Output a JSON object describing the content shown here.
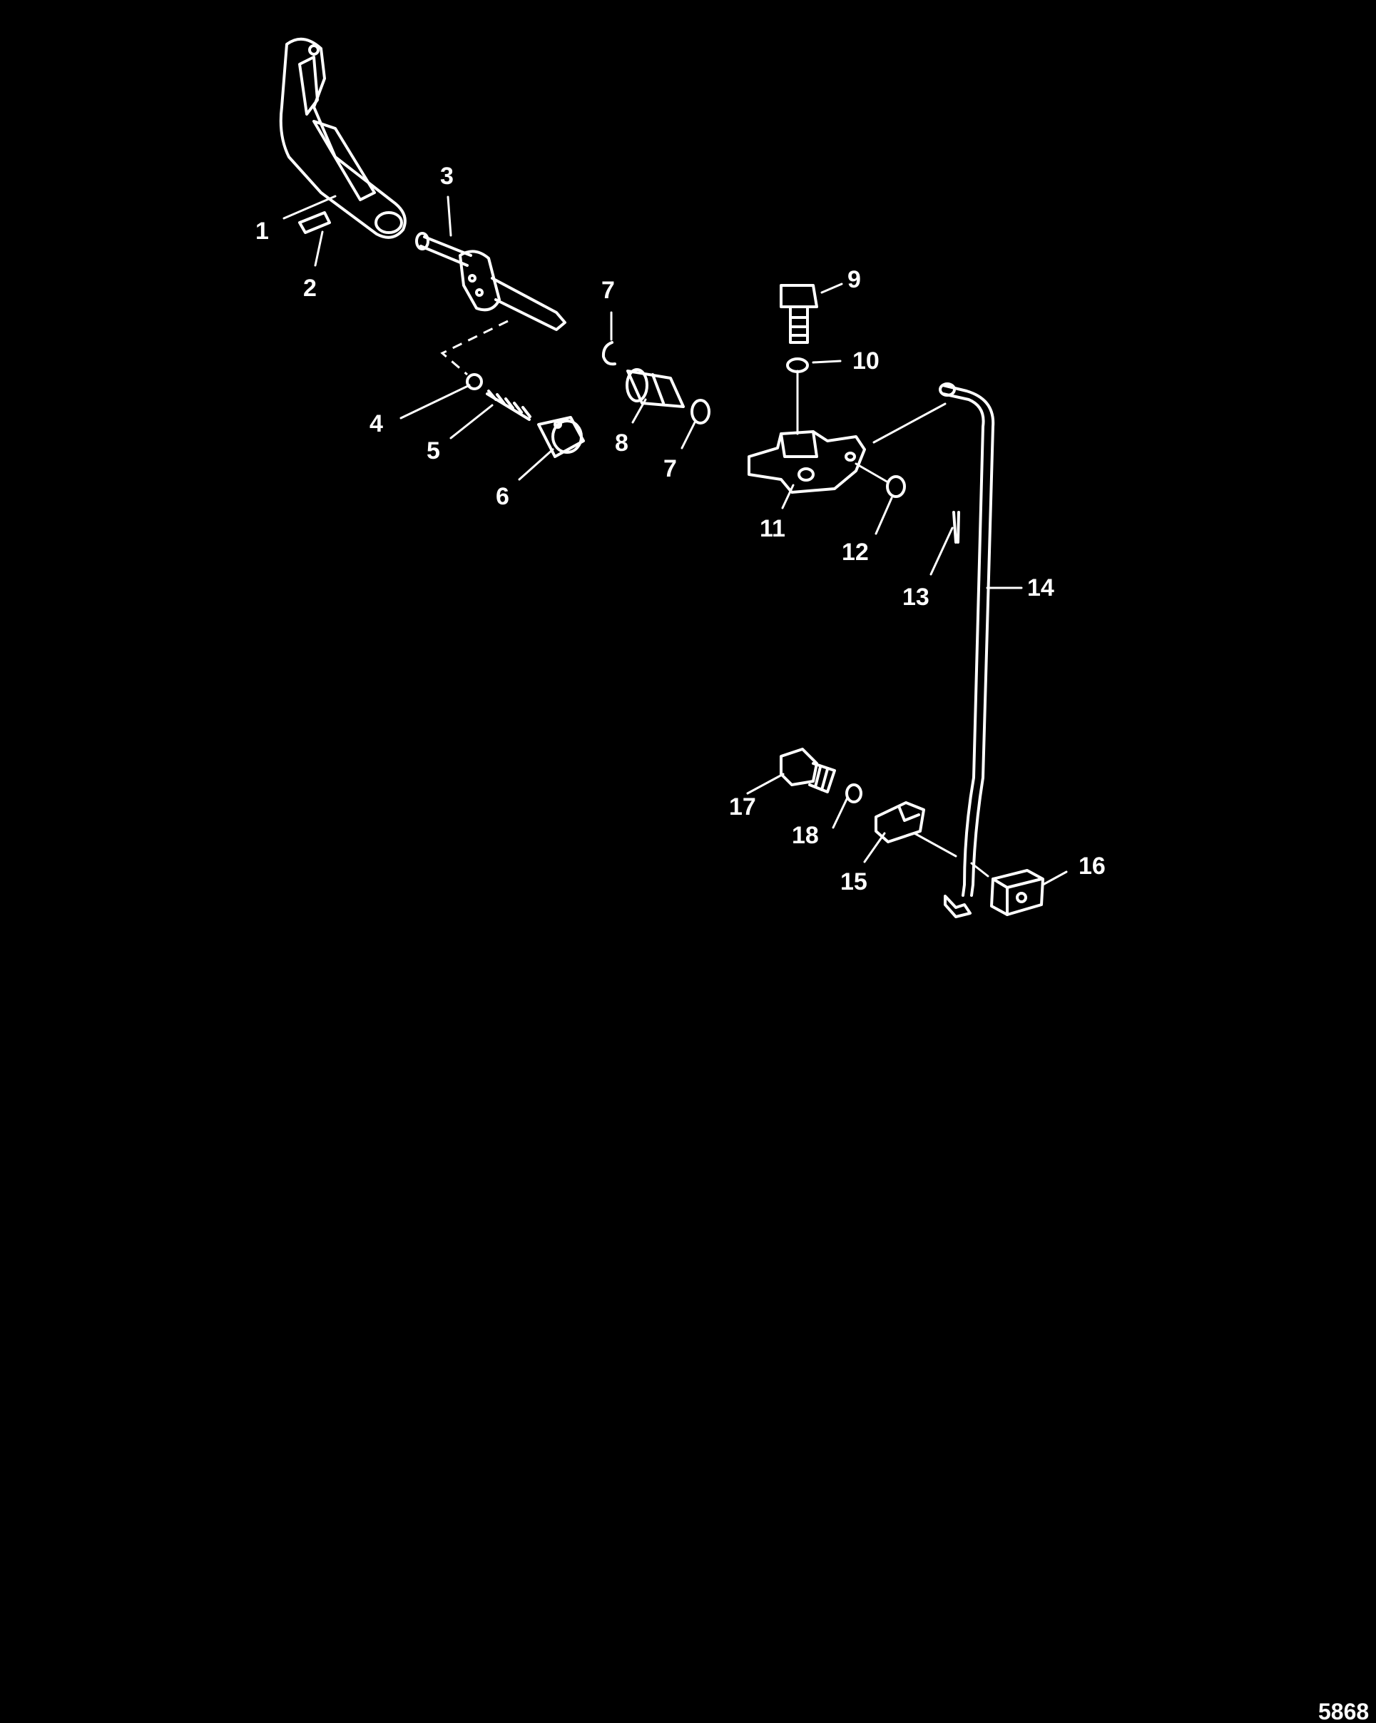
{
  "labels": {
    "l1": "1",
    "l2": "2",
    "l3": "3",
    "l4": "4",
    "l5": "5",
    "l6": "6",
    "l7a": "7",
    "l7b": "7",
    "l8": "8",
    "l9": "9",
    "l10": "10",
    "l11": "11",
    "l12": "12",
    "l13": "13",
    "l14": "14",
    "l15": "15",
    "l16": "16",
    "l17": "17",
    "l18": "18"
  },
  "figure_number": "5868"
}
